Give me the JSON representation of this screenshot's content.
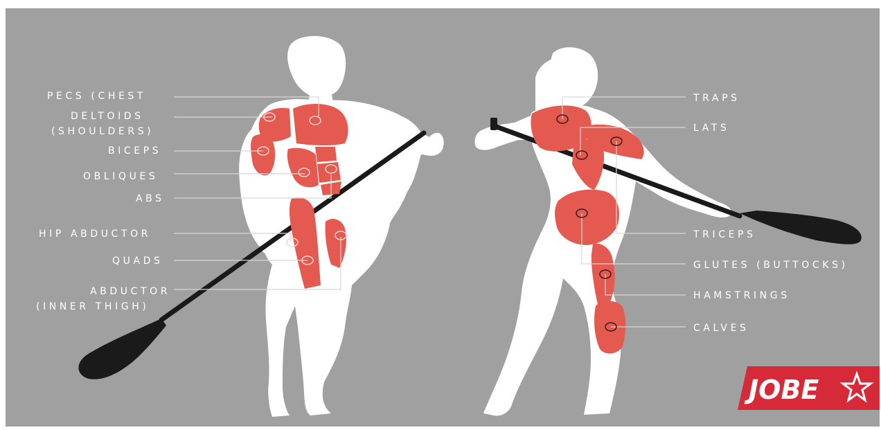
{
  "colors": {
    "background": "#a0a0a0",
    "body": "#ffffff",
    "muscle": "#e45a50",
    "paddle": "#1a1a1a",
    "leader_line": "#d8d8d8",
    "logo_red": "#d72a38"
  },
  "front_labels": {
    "pecs": "PECS (CHEST",
    "deltoids_1": "DELTOIDS",
    "deltoids_2": "(SHOULDERS)",
    "biceps": "BICEPS",
    "obliques": "OBLIQUES",
    "abs": "ABS",
    "hip_abductor": "HIP ABDUCTOR",
    "quads": "QUADS",
    "abductor_1": "ABDUCTOR",
    "abductor_2": "(INNER THIGH)"
  },
  "back_labels": {
    "traps": "TRAPS",
    "lats": "LATS",
    "triceps": "TRICEPS",
    "glutes": "GLUTES (BUTTOCKS)",
    "hamstrings": "HAMSTRINGS",
    "calves": "CALVES"
  },
  "logo": {
    "text": "JOBE",
    "icon": "star-icon"
  }
}
